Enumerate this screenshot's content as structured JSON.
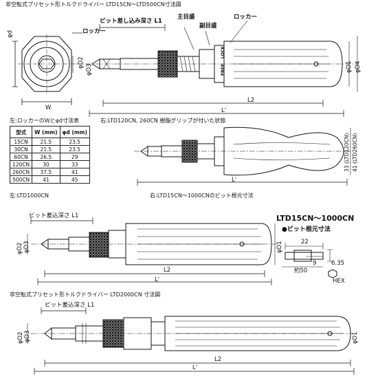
{
  "top": {
    "title": "非空転式プリセット形トルクドライバー LTD15CN～LTD500CN寸法図",
    "bit_depth": "ビット差し込み深さ L1",
    "main_scale": "主目盛",
    "sub_scale": "副目盛",
    "locker": "ロッカー",
    "locker_left": "ロッカー",
    "phi_d": "φd",
    "w": "W",
    "d1": "φD1",
    "d2": "φD2",
    "d3": "φD3",
    "d4": "φD4",
    "l2": "L2",
    "l": "L'",
    "lock": "LOCK",
    "free": "FREE"
  },
  "middle": {
    "table_caption": "左:ロッカーのWとφd寸法表",
    "grip_caption": "右:LTD120CN, 260CN 樹脂グリップが付いた状態",
    "headers": [
      "型式",
      "W (mm)",
      "φd (mm)"
    ],
    "rows": [
      [
        "15CN",
        "21.5",
        "23.5"
      ],
      [
        "30CN",
        "21.5",
        "23.5"
      ],
      [
        "60CN",
        "26.5",
        "29"
      ],
      [
        "120CN",
        "30",
        "33"
      ],
      [
        "260CN",
        "37.5",
        "41"
      ],
      [
        "500CN",
        "41",
        "45"
      ]
    ],
    "dim_33": "33 (LTD120CN)",
    "dim_41": "41 (LTD260CN)",
    "l": "L'",
    "left_caption": "左:LTD1000CN",
    "right_caption": "右:LTD15CN～1000CNのビット根元寸法"
  },
  "ltd1000": {
    "bit_depth": "ビット差込深さ L1",
    "d1": "φD1",
    "d2": "φD2",
    "d3": "φD3",
    "l2": "L2",
    "l": "L'"
  },
  "bit": {
    "title": "LTD15CN～1000CN",
    "subtitle": "●ビット根元寸法",
    "dim22": "22",
    "dim9": "9",
    "dim50": "約50",
    "dim635": "6.35",
    "hex": "HEX"
  },
  "bottom": {
    "title": "非空転式プリセット形トルクドライバー LTD2000CN 寸法図",
    "bit_depth": "ビット差込深さ L1",
    "d1": "φD1",
    "d2": "φD2",
    "d3": "φD3",
    "l2": "L2",
    "l": "L'"
  }
}
